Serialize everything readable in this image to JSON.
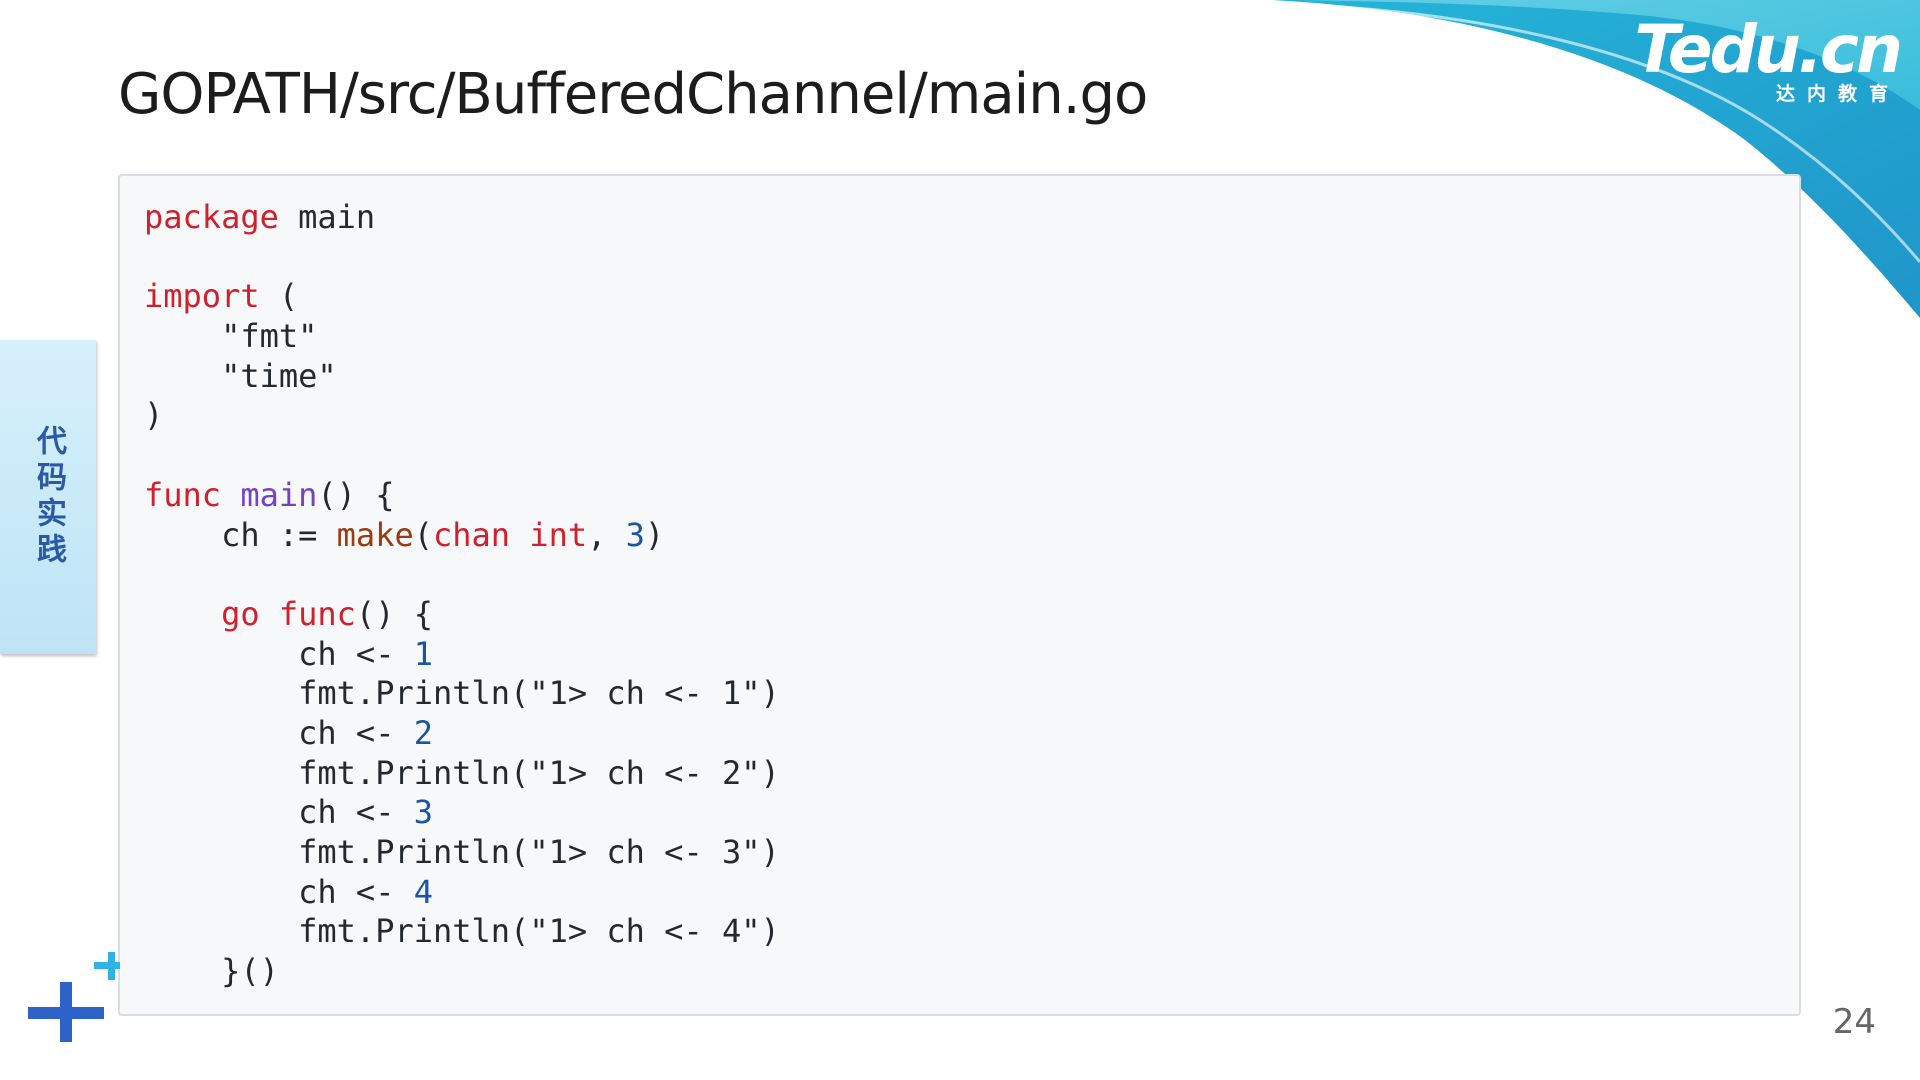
{
  "slide": {
    "title": "GOPATH/src/BufferedChannel/main.go",
    "side_tab_label": "代码实践",
    "page_number": "24"
  },
  "logo": {
    "main": "Tedu.cn",
    "sub": "达内教育"
  },
  "colors": {
    "keyword": "#d0202c",
    "function_name": "#7442c8",
    "number": "#1a55a4",
    "builtin": "#9a3b10",
    "text": "#24292e",
    "accent_blue": "#2d63c9",
    "accent_cyan": "#2fb2e6"
  },
  "code": {
    "lines": [
      [
        {
          "t": "package",
          "c": "kw"
        },
        {
          "t": " main",
          "c": "txt"
        }
      ],
      [],
      [
        {
          "t": "import",
          "c": "kw"
        },
        {
          "t": " (",
          "c": "txt"
        }
      ],
      [
        {
          "t": "    \"fmt\"",
          "c": "txt"
        }
      ],
      [
        {
          "t": "    \"time\"",
          "c": "txt"
        }
      ],
      [
        {
          "t": ")",
          "c": "txt"
        }
      ],
      [],
      [
        {
          "t": "func",
          "c": "kw"
        },
        {
          "t": " ",
          "c": "txt"
        },
        {
          "t": "main",
          "c": "fn"
        },
        {
          "t": "() {",
          "c": "txt"
        }
      ],
      [
        {
          "t": "    ch := ",
          "c": "txt"
        },
        {
          "t": "make",
          "c": "bi"
        },
        {
          "t": "(",
          "c": "txt"
        },
        {
          "t": "chan",
          "c": "kw"
        },
        {
          "t": " ",
          "c": "txt"
        },
        {
          "t": "int",
          "c": "kw"
        },
        {
          "t": ", ",
          "c": "txt"
        },
        {
          "t": "3",
          "c": "num"
        },
        {
          "t": ")",
          "c": "txt"
        }
      ],
      [],
      [
        {
          "t": "    ",
          "c": "txt"
        },
        {
          "t": "go",
          "c": "kw"
        },
        {
          "t": " ",
          "c": "txt"
        },
        {
          "t": "func",
          "c": "kw"
        },
        {
          "t": "() {",
          "c": "txt"
        }
      ],
      [
        {
          "t": "        ch <- ",
          "c": "txt"
        },
        {
          "t": "1",
          "c": "num"
        }
      ],
      [
        {
          "t": "        fmt.Println(\"1> ch <- 1\")",
          "c": "txt"
        }
      ],
      [
        {
          "t": "        ch <- ",
          "c": "txt"
        },
        {
          "t": "2",
          "c": "num"
        }
      ],
      [
        {
          "t": "        fmt.Println(\"1> ch <- 2\")",
          "c": "txt"
        }
      ],
      [
        {
          "t": "        ch <- ",
          "c": "txt"
        },
        {
          "t": "3",
          "c": "num"
        }
      ],
      [
        {
          "t": "        fmt.Println(\"1> ch <- 3\")",
          "c": "txt"
        }
      ],
      [
        {
          "t": "        ch <- ",
          "c": "txt"
        },
        {
          "t": "4",
          "c": "num"
        }
      ],
      [
        {
          "t": "        fmt.Println(\"1> ch <- 4\")",
          "c": "txt"
        }
      ],
      [
        {
          "t": "    }()",
          "c": "txt"
        }
      ]
    ]
  }
}
